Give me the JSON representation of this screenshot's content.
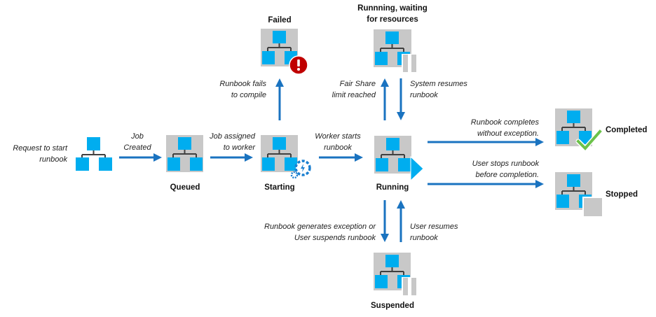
{
  "title": "Runbook job status lifecycle",
  "colors": {
    "arrow": "#1a73c0",
    "node_box": "#c8c8c8",
    "node_square": "#00adef",
    "connector": "#404040",
    "failed_badge": "#c00000",
    "completed_check": "#6cc24a",
    "stopped_square": "#c8c8c8",
    "pause_bar": "#c8c8c8",
    "starting_gear": "#1a7fd0"
  },
  "start": {
    "label_lines": [
      "Request to start",
      "runbook"
    ]
  },
  "states": {
    "queued": {
      "label": "Queued",
      "badge": "none"
    },
    "starting": {
      "label": "Starting",
      "badge": "gear-icon"
    },
    "failed": {
      "label": "Failed",
      "badge": "error-icon"
    },
    "waiting": {
      "label_lines": [
        "Runnning, waiting",
        "for resources"
      ],
      "badge": "pause-icon"
    },
    "running": {
      "label": "Running",
      "badge": "play-icon"
    },
    "suspended": {
      "label": "Suspended",
      "badge": "pause-icon"
    },
    "completed": {
      "label": "Completed",
      "badge": "checkmark-icon"
    },
    "stopped": {
      "label": "Stopped",
      "badge": "stop-icon"
    }
  },
  "transitions": {
    "job_created": {
      "from": "start",
      "to": "queued",
      "label_lines": [
        "Job",
        "Created"
      ]
    },
    "job_assigned": {
      "from": "queued",
      "to": "starting",
      "label_lines": [
        "Job assigned",
        "to worker"
      ]
    },
    "fails_compile": {
      "from": "starting",
      "to": "failed",
      "label_lines": [
        "Runbook fails",
        "to compile"
      ]
    },
    "worker_starts": {
      "from": "starting",
      "to": "running",
      "label_lines": [
        "Worker starts",
        "runbook"
      ]
    },
    "fair_share": {
      "from": "running",
      "to": "waiting",
      "label_lines": [
        "Fair Share",
        "limit reached"
      ]
    },
    "system_resumes": {
      "from": "waiting",
      "to": "running",
      "label_lines": [
        "System resumes",
        "runbook"
      ]
    },
    "completes": {
      "from": "running",
      "to": "completed",
      "label_lines": [
        "Runbook completes",
        "without exception."
      ]
    },
    "user_stops": {
      "from": "running",
      "to": "stopped",
      "label_lines": [
        "User stops runbook",
        "before completion."
      ]
    },
    "suspends": {
      "from": "running",
      "to": "suspended",
      "label_lines": [
        "Runbook generates exception or",
        "User suspends runbook"
      ]
    },
    "user_resumes": {
      "from": "suspended",
      "to": "running",
      "label_lines": [
        "User resumes",
        "runbook"
      ]
    }
  }
}
